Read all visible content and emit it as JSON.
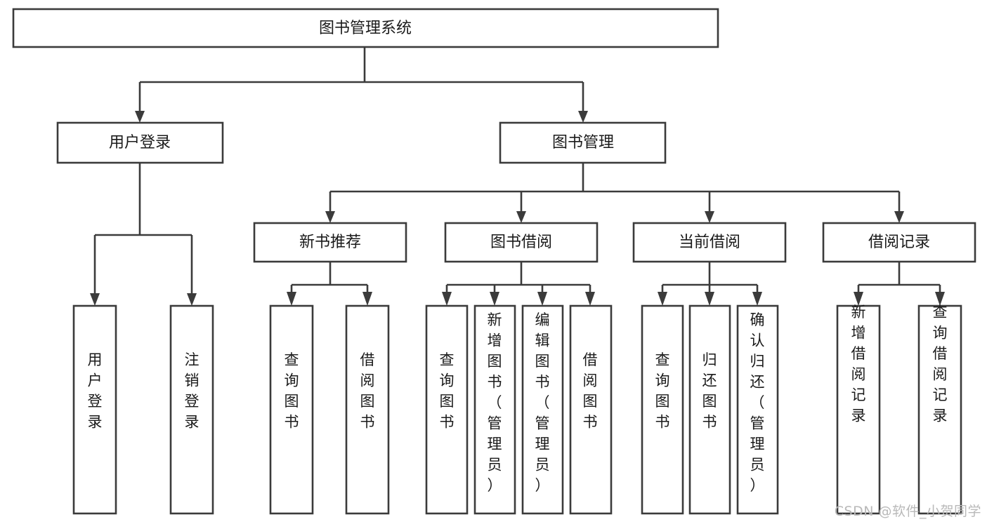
{
  "diagram": {
    "type": "tree",
    "title": "图书管理系统",
    "watermark": "CSDN @软件_小贺同学",
    "colors": {
      "stroke": "#3b3b3b",
      "fill": "#ffffff",
      "text": "#1a1a1a",
      "watermark": "#b9b9b9",
      "background": "#ffffff"
    },
    "nodes": {
      "root": {
        "label": "图书管理系统"
      },
      "level2": [
        {
          "label": "用户登录"
        },
        {
          "label": "图书管理"
        }
      ],
      "level3": [
        {
          "label": "新书推荐"
        },
        {
          "label": "图书借阅"
        },
        {
          "label": "当前借阅"
        },
        {
          "label": "借阅记录"
        }
      ],
      "leaves_user_login": [
        {
          "label": "用户登录"
        },
        {
          "label": "注销登录"
        }
      ],
      "leaves_new_book": [
        {
          "label": "查询图书"
        },
        {
          "label": "借阅图书"
        }
      ],
      "leaves_borrow": [
        {
          "label": "查询图书"
        },
        {
          "label": "新增图书（管理员）"
        },
        {
          "label": "编辑图书（管理员）"
        },
        {
          "label": "借阅图书"
        }
      ],
      "leaves_current": [
        {
          "label": "查询图书"
        },
        {
          "label": "归还图书"
        },
        {
          "label": "确认归还（管理员）"
        }
      ],
      "leaves_record": [
        {
          "label": "新增借阅记录"
        },
        {
          "label": "查询借阅记录"
        }
      ]
    },
    "edges": [
      {
        "from": "图书管理系统",
        "to": "用户登录"
      },
      {
        "from": "图书管理系统",
        "to": "图书管理"
      },
      {
        "from": "用户登录",
        "to": "用户登录"
      },
      {
        "from": "用户登录",
        "to": "注销登录"
      },
      {
        "from": "图书管理",
        "to": "新书推荐"
      },
      {
        "from": "图书管理",
        "to": "图书借阅"
      },
      {
        "from": "图书管理",
        "to": "当前借阅"
      },
      {
        "from": "图书管理",
        "to": "借阅记录"
      },
      {
        "from": "新书推荐",
        "to": "查询图书"
      },
      {
        "from": "新书推荐",
        "to": "借阅图书"
      },
      {
        "from": "图书借阅",
        "to": "查询图书"
      },
      {
        "from": "图书借阅",
        "to": "新增图书（管理员）"
      },
      {
        "from": "图书借阅",
        "to": "编辑图书（管理员）"
      },
      {
        "from": "图书借阅",
        "to": "借阅图书"
      },
      {
        "from": "当前借阅",
        "to": "查询图书"
      },
      {
        "from": "当前借阅",
        "to": "归还图书"
      },
      {
        "from": "当前借阅",
        "to": "确认归还（管理员）"
      },
      {
        "from": "借阅记录",
        "to": "新增借阅记录"
      },
      {
        "from": "借阅记录",
        "to": "查询借阅记录"
      }
    ]
  }
}
